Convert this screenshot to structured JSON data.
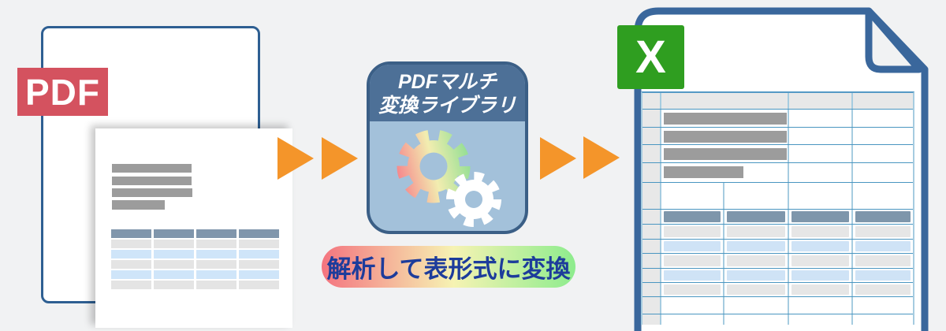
{
  "diagram_title": "PDF to Excel conversion flow",
  "pdf_document": {
    "badge_label": "PDF",
    "badge_color": "#d4525f",
    "border_color": "#2e5f92"
  },
  "converter": {
    "title_line1": "PDFマルチ",
    "title_line2": "変換ライブラリ",
    "header_color": "#4d7097",
    "body_color": "#a3c1da",
    "border_color": "#3b5f86",
    "gear_gradient": [
      "#f5898d",
      "#f2edb0",
      "#96df94"
    ]
  },
  "caption": {
    "text": "解析して表形式に変換",
    "text_color": "#1d3c9b",
    "gradient": [
      "#f4747f",
      "#f6f3b3",
      "#8dec8d"
    ]
  },
  "excel_document": {
    "badge_label": "X",
    "badge_color": "#2f9e20",
    "border_color": "#3a679c",
    "grid_line_colors": [
      "#4a96c1",
      "#a6cce0"
    ]
  },
  "arrows": {
    "color": "#f4952a",
    "count": 4,
    "direction": "right"
  },
  "icons": {
    "pdf_badge": "pdf-label-icon",
    "arrows": "arrow-right-icon",
    "gears": "gears-icon",
    "excel_logo": "excel-x-logo-icon"
  }
}
